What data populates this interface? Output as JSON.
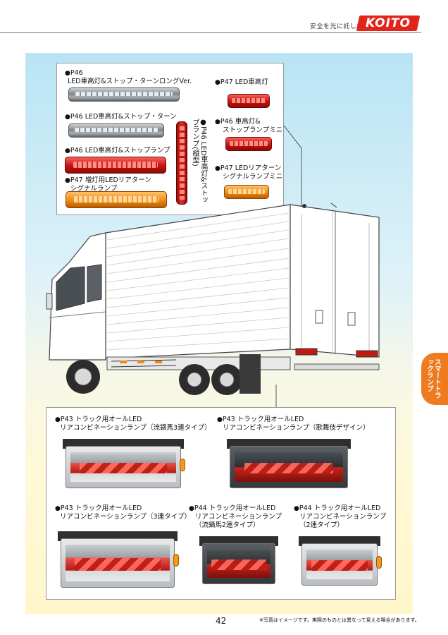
{
  "header": {
    "tagline": "安全を光に託して ―",
    "logo": "KOITO"
  },
  "callouts_top": [
    {
      "ref": "P46",
      "text": "LED車高灯&ストップ・ターンロングVer."
    },
    {
      "text": "P46 LED車高灯&ストップ・ターン"
    },
    {
      "text": "P46 LED車高灯&ストップランプ"
    },
    {
      "text": "P47 増灯用LEDリアターン",
      "text2": "シグナルランプ"
    },
    {
      "text": "P47 LED車高灯"
    },
    {
      "text": "P46 車高灯&",
      "text2": "ストップランプミニ"
    },
    {
      "text": "P47 LEDリアターン",
      "text2": "シグナルランプミニ"
    },
    {
      "vertical": "P46 LED車高灯&ストップランプ(縦型)"
    }
  ],
  "callouts_bottom": [
    {
      "line1": "P43 トラック用オールLED",
      "line2": "リアコンビネーションランプ（流鏑馬3連タイプ）"
    },
    {
      "line1": "P43 トラック用オールLED",
      "line2": "リアコンビネーションランプ（歌舞伎デザイン）"
    },
    {
      "line1": "P43 トラック用オールLED",
      "line2": "リアコンビネーションランプ（3連タイプ）"
    },
    {
      "line1": "P44 トラック用オールLED",
      "line2": "リアコンビネーションランプ",
      "line3": "（流鏑馬2連タイプ）"
    },
    {
      "line1": "P44 トラック用オールLED",
      "line2": "リアコンビネーションランプ",
      "line3": "（2連タイプ）"
    }
  ],
  "side_tab": "スマートトラックランプ",
  "footer": {
    "page_number": "42",
    "note": "※写真はイメージです。実際のものとは異なって見える場合があります。"
  },
  "colors": {
    "brand_red": "#e4231a",
    "tab_orange": "#ee7b1f",
    "panel_top": "#b9e4f5",
    "panel_bottom": "#fff6cc"
  }
}
